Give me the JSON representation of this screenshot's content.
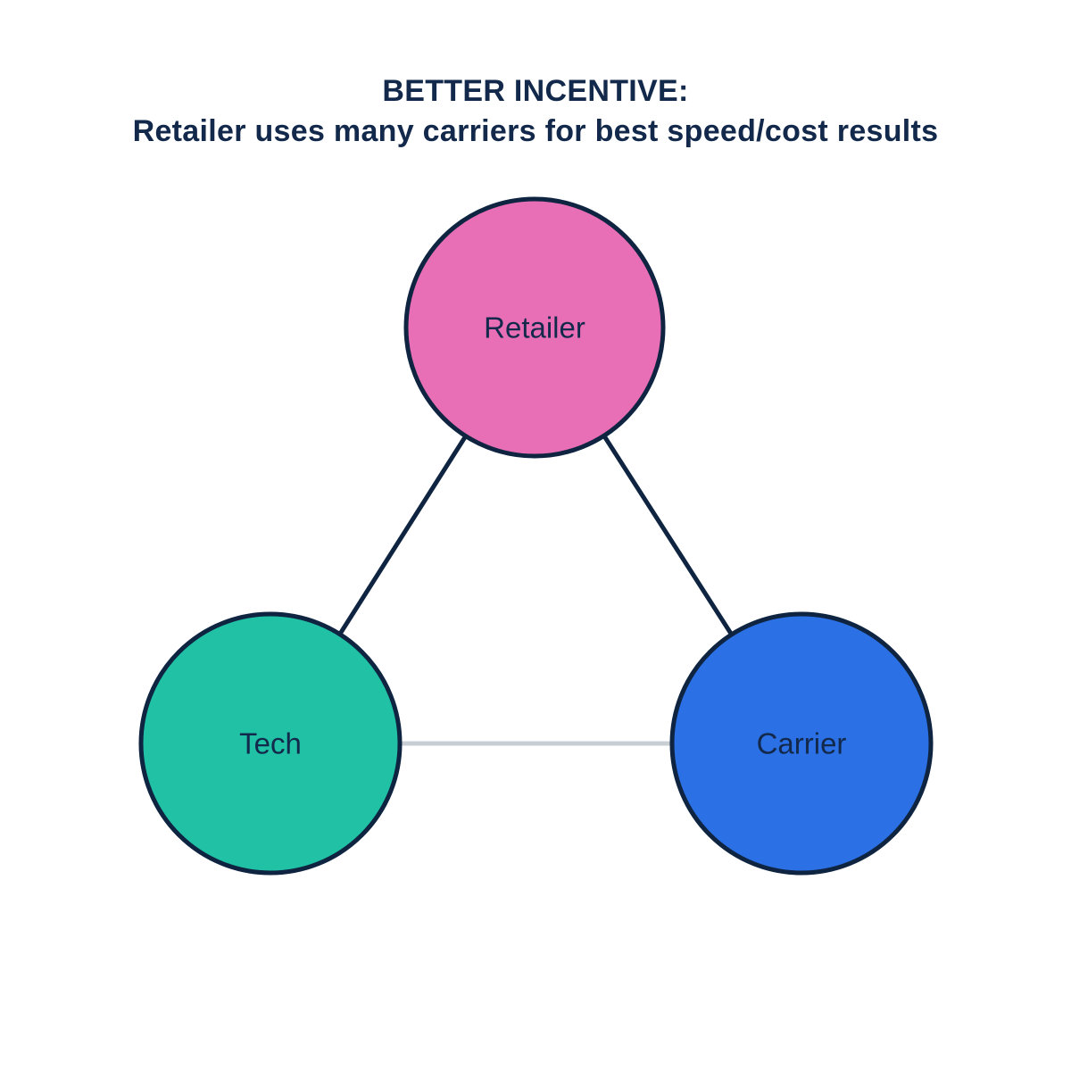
{
  "title": {
    "line1": "BETTER INCENTIVE:",
    "line2": "Retailer uses many carriers for best speed/cost results"
  },
  "colors": {
    "background": "#FFFFFF",
    "title_text": "#13294B",
    "label_text": "#13294B",
    "node_border": "#0E2440",
    "edge_navy": "#0E2440",
    "edge_gray": "#C8CFD4"
  },
  "nodes": [
    {
      "id": "retailer",
      "label": "Retailer",
      "fill": "#E86FB6"
    },
    {
      "id": "tech",
      "label": "Tech",
      "fill": "#20C1A5"
    },
    {
      "id": "carrier",
      "label": "Carrier",
      "fill": "#2B70E4"
    }
  ],
  "edges": [
    {
      "from": "retailer",
      "to": "tech",
      "color": "#0E2440"
    },
    {
      "from": "retailer",
      "to": "carrier",
      "color": "#0E2440"
    },
    {
      "from": "tech",
      "to": "carrier",
      "color": "#C8CFD4"
    }
  ]
}
